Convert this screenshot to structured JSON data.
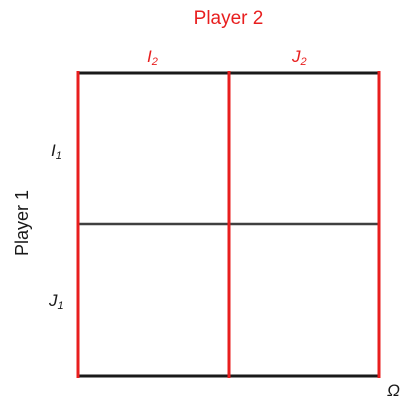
{
  "colors": {
    "player2": "#e81e1e",
    "player1": "#1a1a1a",
    "frame": "#1a1a1a",
    "middle_line": "#404040"
  },
  "labels": {
    "player2": "Player 2",
    "player2_strategy_1": {
      "base": "I",
      "sub": "2"
    },
    "player2_strategy_2": {
      "base": "J",
      "sub": "2"
    },
    "player1": "Player 1",
    "player1_strategy_1": {
      "base": "I",
      "sub": "1"
    },
    "player1_strategy_2": {
      "base": "J",
      "sub": "1"
    },
    "space": "Ω"
  }
}
